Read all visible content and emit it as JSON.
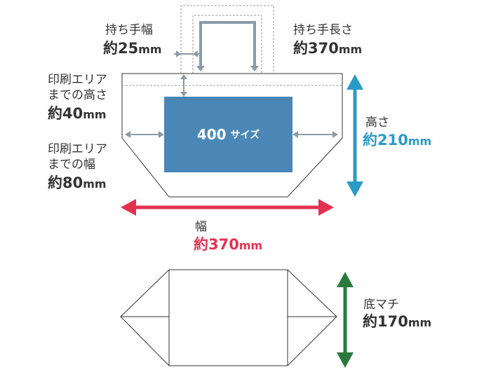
{
  "colors": {
    "outline": "#333333",
    "guide": "#8a9ba6",
    "dashed": "#999999",
    "print_area": "#4a87b7",
    "width_arrow": "#e53150",
    "height_arrow": "#2a9bc6",
    "gusset_arrow": "#2a7a3e"
  },
  "print_area": {
    "number": "400",
    "suffix": "サイズ"
  },
  "handle_width": {
    "label": "持ち手幅",
    "prefix": "約",
    "value": "25",
    "unit": "mm"
  },
  "handle_length": {
    "label": "持ち手長さ",
    "prefix": "約",
    "value": "370",
    "unit": "mm"
  },
  "print_top_margin": {
    "line1": "印刷エリア",
    "line2": "までの高さ",
    "prefix": "約",
    "value": "40",
    "unit": "mm"
  },
  "print_side_margin": {
    "line1": "印刷エリア",
    "line2": "までの幅",
    "prefix": "約",
    "value": "80",
    "unit": "mm"
  },
  "height": {
    "label": "高さ",
    "prefix": "約",
    "value": "210",
    "unit": "mm"
  },
  "width": {
    "label": "幅",
    "prefix": "約",
    "value": "370",
    "unit": "mm"
  },
  "gusset": {
    "label": "底マチ",
    "prefix": "約",
    "value": "170",
    "unit": "mm"
  }
}
